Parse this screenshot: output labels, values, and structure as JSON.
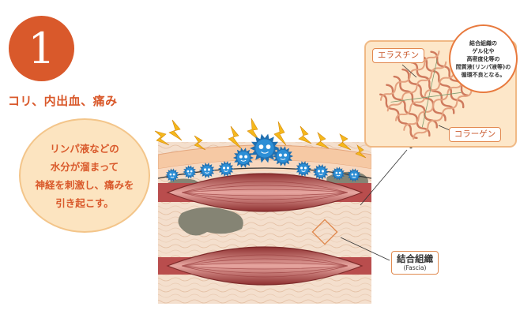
{
  "step": {
    "number": "1",
    "title": "コリ、内出血、痛み"
  },
  "bubble": {
    "lines": [
      "リンパ液などの",
      "水分が溜まって",
      "神経を刺激し、痛みを",
      "引き起こす。"
    ]
  },
  "detail": {
    "elastin_label": "エラスチン",
    "collagen_label": "コラーゲン",
    "note_lines": [
      "結合組織の",
      "ゲル化や",
      "高密度化等の",
      "間質液(リンパ液等)の",
      "循環不良となる。"
    ]
  },
  "fascia": {
    "label": "結合組織",
    "sublabel": "(Fascia)"
  },
  "colors": {
    "accent": "#d9592b",
    "bubble_bg": "#fce4c0",
    "muscle": "#b94d4d",
    "tissue": "#f3dcc8",
    "lightning": "#f5b81c",
    "bacteria": "#1f6fb0"
  },
  "icons": [
    "lightning-icon",
    "bacteria-icon"
  ]
}
